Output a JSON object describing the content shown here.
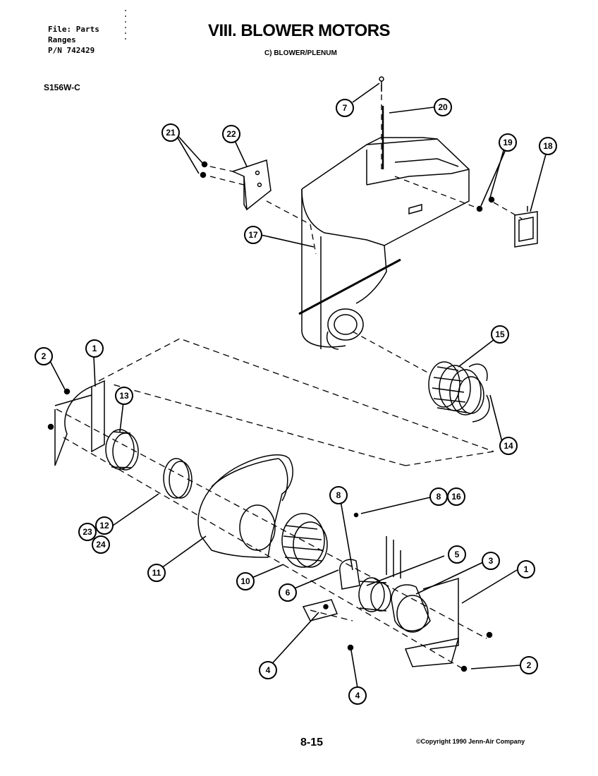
{
  "header": {
    "file_line": "File: Parts",
    "ranges_line": "Ranges",
    "pn_line": "P/N 742429"
  },
  "title": "VIII. BLOWER MOTORS",
  "subtitle": "C) BLOWER/PLENUM",
  "model": "S156W-C",
  "footer": {
    "page": "8-15",
    "copyright": "©Copyright 1990 Jenn-Air Company"
  },
  "callouts": [
    {
      "id": "c7",
      "label": "7"
    },
    {
      "id": "c20",
      "label": "20"
    },
    {
      "id": "c21",
      "label": "21"
    },
    {
      "id": "c22",
      "label": "22"
    },
    {
      "id": "c19",
      "label": "19"
    },
    {
      "id": "c18",
      "label": "18"
    },
    {
      "id": "c17",
      "label": "17"
    },
    {
      "id": "c15",
      "label": "15"
    },
    {
      "id": "c2a",
      "label": "2"
    },
    {
      "id": "c1a",
      "label": "1"
    },
    {
      "id": "c13",
      "label": "13"
    },
    {
      "id": "c14",
      "label": "14"
    },
    {
      "id": "c8a",
      "label": "8"
    },
    {
      "id": "c8b",
      "label": "8"
    },
    {
      "id": "c16",
      "label": "16"
    },
    {
      "id": "c23",
      "label": "23"
    },
    {
      "id": "c12",
      "label": "12"
    },
    {
      "id": "c24",
      "label": "24"
    },
    {
      "id": "c5",
      "label": "5"
    },
    {
      "id": "c3",
      "label": "3"
    },
    {
      "id": "c1b",
      "label": "1"
    },
    {
      "id": "c11",
      "label": "11"
    },
    {
      "id": "c10",
      "label": "10"
    },
    {
      "id": "c6",
      "label": "6"
    },
    {
      "id": "c4a",
      "label": "4"
    },
    {
      "id": "c2b",
      "label": "2"
    },
    {
      "id": "c4b",
      "label": "4"
    }
  ]
}
